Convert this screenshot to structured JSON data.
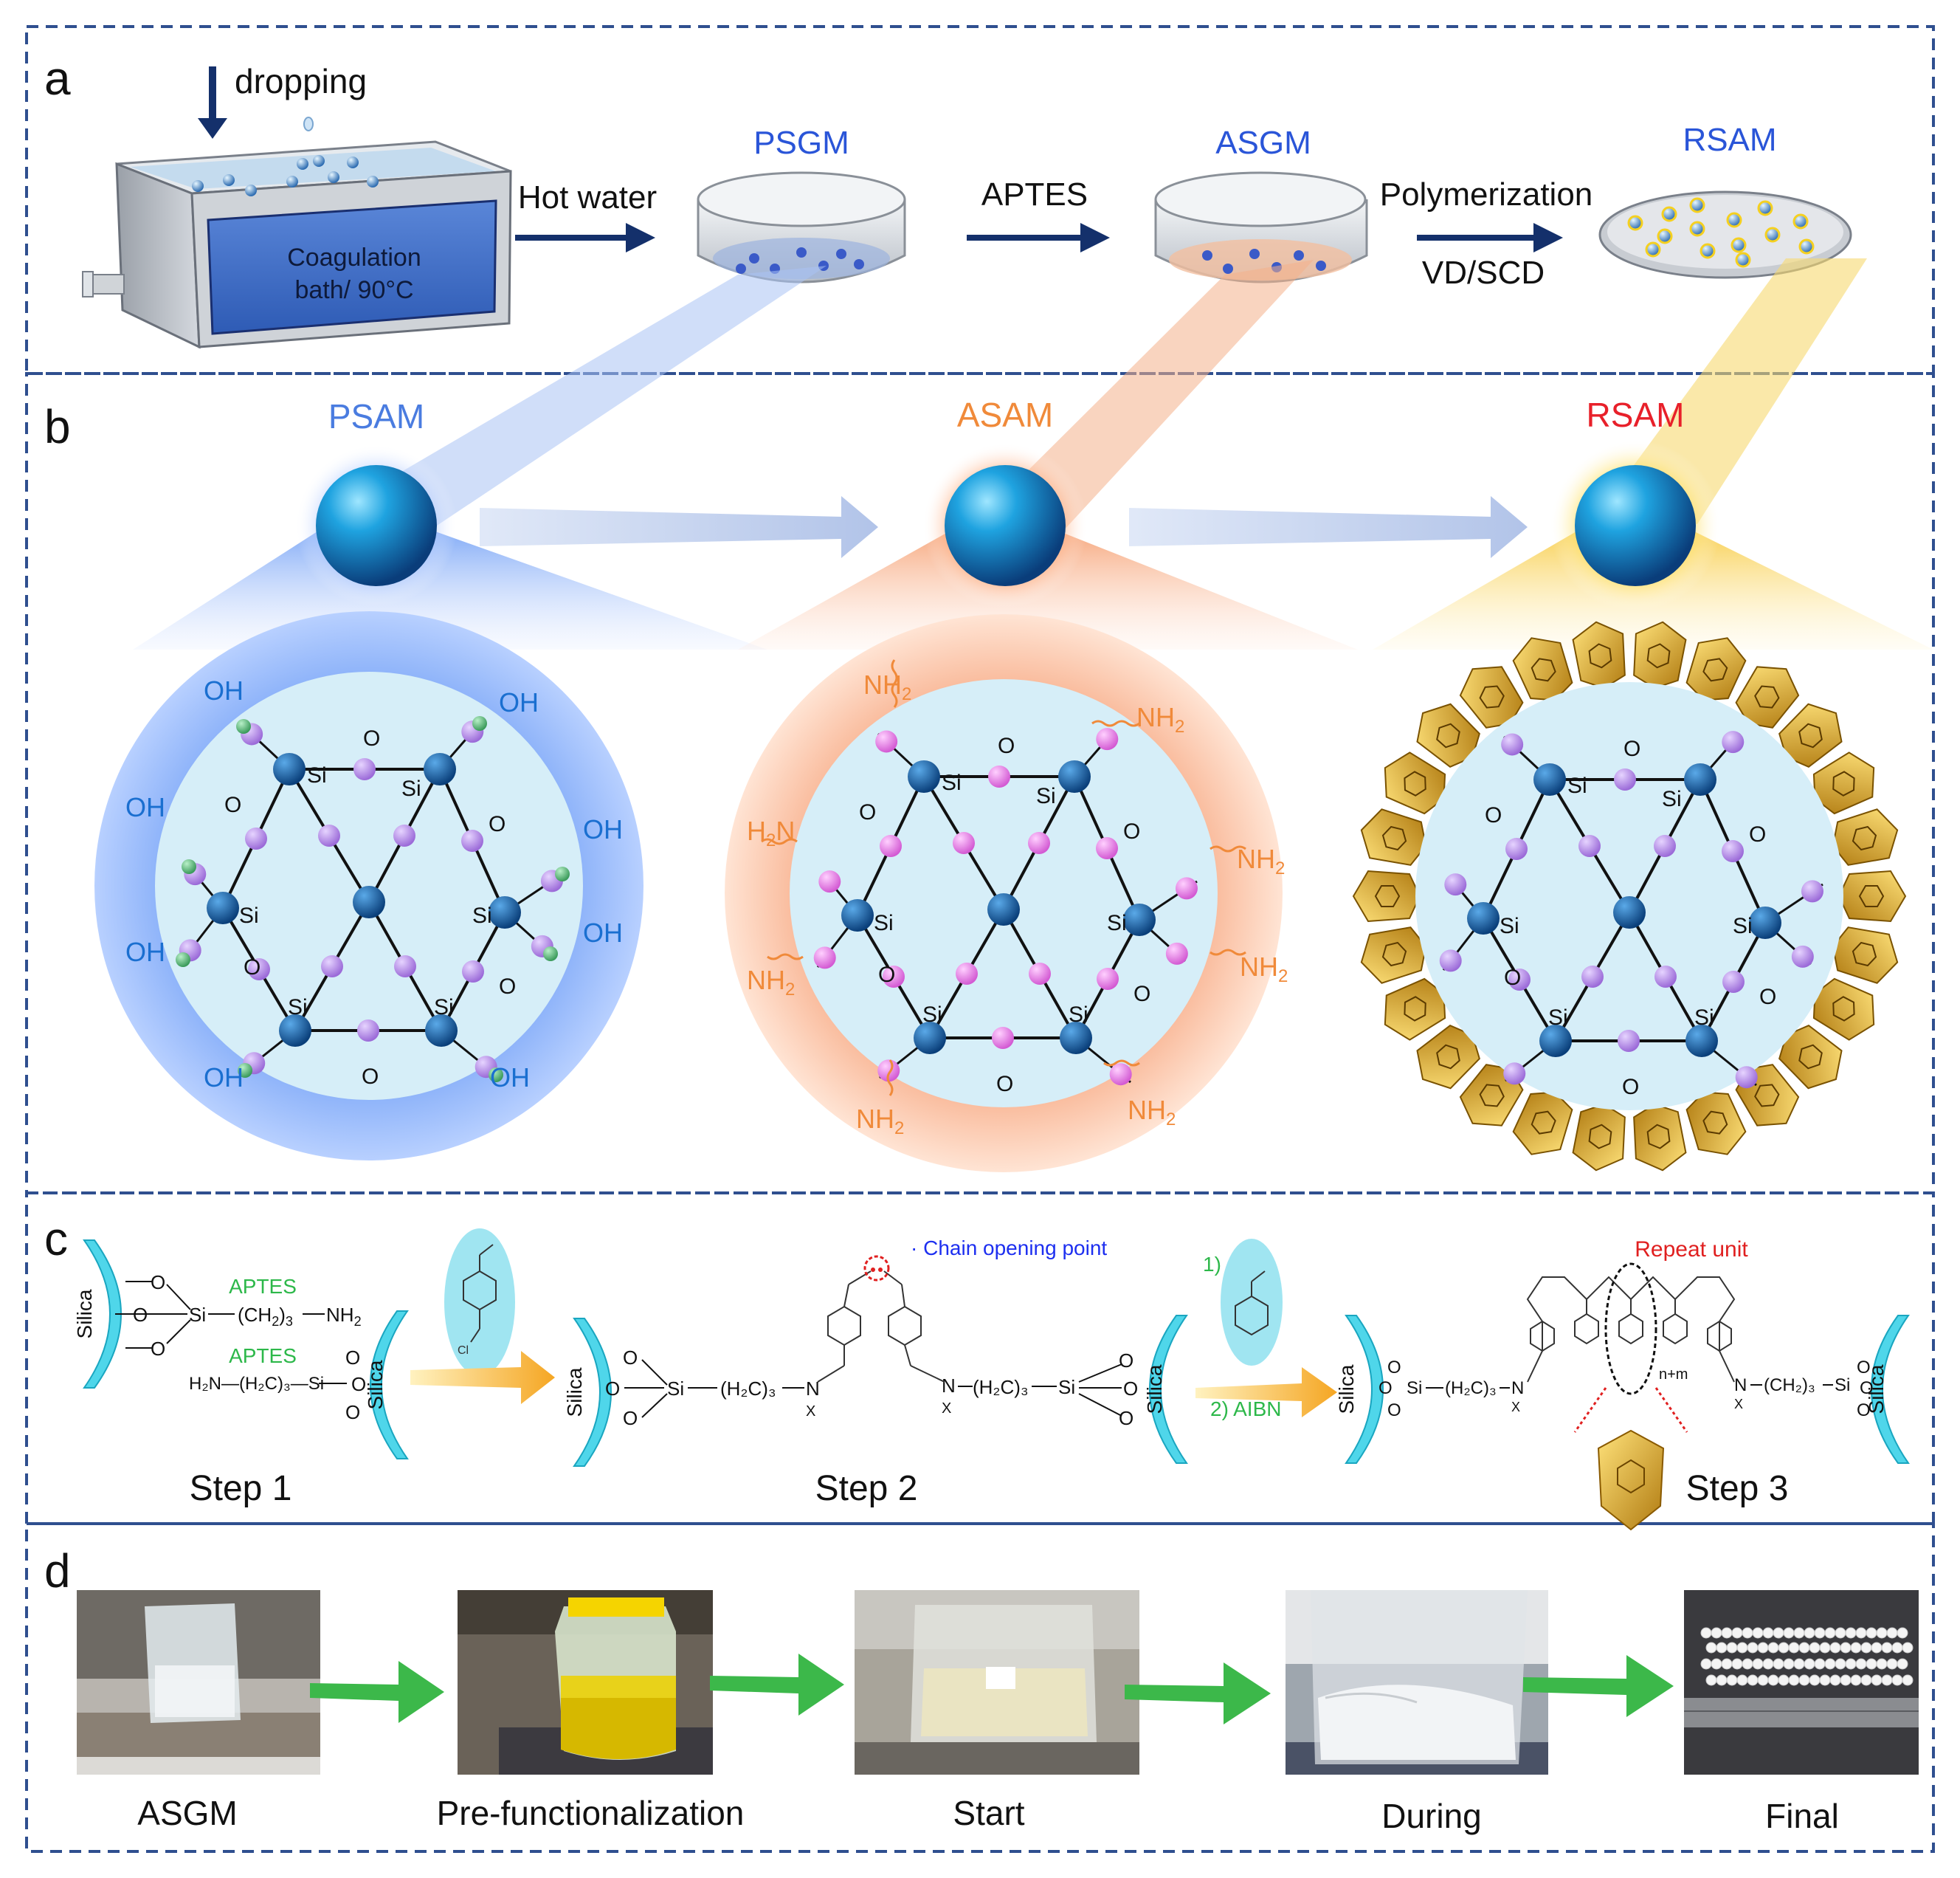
{
  "panel_a": {
    "label": "a",
    "dropping": "dropping",
    "bath_line1": "Coagulation",
    "bath_line2": "bath/ 90°C",
    "step1": "Hot water",
    "step2": "APTES",
    "step3_top": "Polymerization",
    "step3_bottom": "VD/SCD",
    "dish1": "PSGM",
    "dish2": "ASGM",
    "dish3": "RSAM"
  },
  "panel_b": {
    "label": "b",
    "psam": "PSAM",
    "asam": "ASAM",
    "rsam": "RSAM",
    "oh": "OH",
    "nh2": "NH",
    "nh2_sub": "2",
    "h2n_h": "H",
    "h2n_rest": "N",
    "si": "Si",
    "o": "O"
  },
  "panel_c": {
    "label": "c",
    "silica": "Silica",
    "aptes": "APTES",
    "si": "Si",
    "o": "O",
    "chain_ch2": "(CH",
    "chain_n": "N",
    "nh2_label": "NH",
    "h2n": "H₂N—(H₂C)₃—Si",
    "h2c3": "(H₂C)₃",
    "x": "X",
    "cl": "Cl",
    "chain_opening": "· Chain opening point",
    "step_1_reagent": "1)",
    "aibn": "2) AIBN",
    "repeat_unit": "Repeat unit",
    "nm": "n+m",
    "ch2_3": "(CH₂)₃",
    "step1": "Step 1",
    "step2": "Step 2",
    "step3": "Step 3"
  },
  "panel_d": {
    "label": "d",
    "photos": [
      "ASGM",
      "Pre-functionalization",
      "Start",
      "During",
      "Final"
    ]
  },
  "colors": {
    "frame": "#2f4f8f",
    "arrow_navy": "#14306b",
    "psam_blue": "#4a7ce0",
    "asam_orange": "#f08a3a",
    "rsam_red": "#e8202a",
    "green_label": "#2db84a",
    "chain_blue": "#1d2ff0",
    "si_blue": "#0e5fa8",
    "o_purple": "#b48ee6",
    "o_pink": "#e678e6",
    "oh_green": "#4aa86a",
    "gold": "#e0a820",
    "cyan": "#4fd6ea",
    "photo_arrow": "#3cb84a"
  }
}
